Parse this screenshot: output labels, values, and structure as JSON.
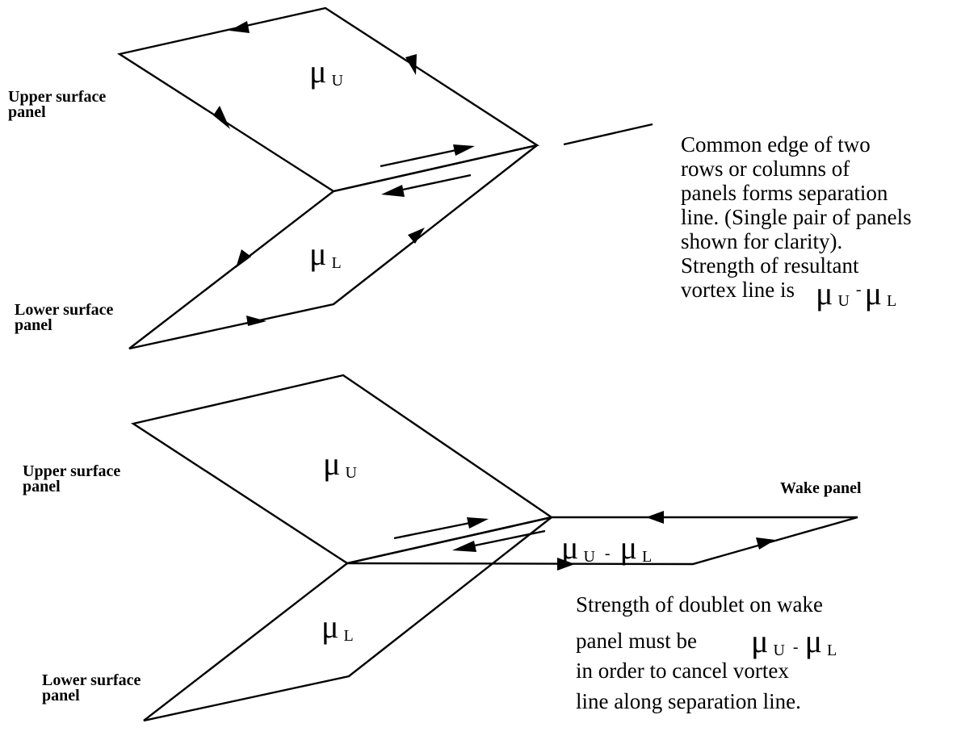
{
  "top": {
    "upper_label": [
      "Upper surface",
      "panel"
    ],
    "lower_label": [
      "Lower surface",
      "panel"
    ],
    "mu_upper": {
      "mu": "μ",
      "sub": "U"
    },
    "mu_lower": {
      "mu": "μ",
      "sub": "L"
    },
    "note": [
      "Common edge of two",
      "rows or columns of",
      "panels forms separation",
      "line. (Single pair of panels",
      "shown for clarity).",
      "Strength of resultant",
      "vortex line is"
    ],
    "note_formula": {
      "mu1": "μ",
      "sub1": "U",
      "op": "-",
      "mu2": "μ",
      "sub2": "L"
    }
  },
  "bottom": {
    "upper_label": [
      "Upper surface",
      "panel"
    ],
    "lower_label": [
      "Lower surface",
      "panel"
    ],
    "wake_label": "Wake panel",
    "mu_upper": {
      "mu": "μ",
      "sub": "U"
    },
    "mu_lower": {
      "mu": "μ",
      "sub": "L"
    },
    "mu_wake": {
      "mu1": "μ",
      "sub1": "U",
      "op": "-",
      "mu2": "μ",
      "sub2": "L"
    },
    "note": [
      "Strength of doublet on wake",
      "panel must be",
      "in order to cancel vortex",
      "line along separation line."
    ],
    "note_formula": {
      "mu1": "μ",
      "sub1": "U",
      "op": "-",
      "mu2": "μ",
      "sub2": "L"
    }
  }
}
